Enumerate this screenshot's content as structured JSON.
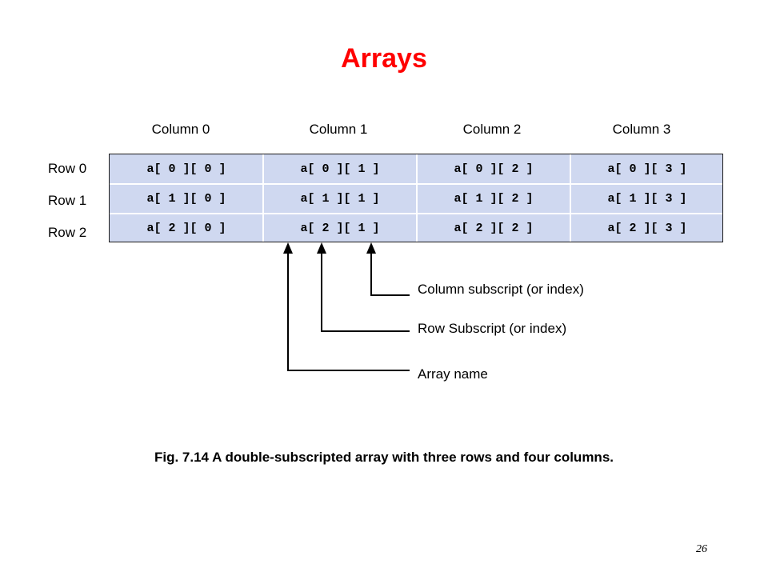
{
  "title": "Arrays",
  "columns": [
    "Column 0",
    "Column 1",
    "Column 2",
    "Column 3"
  ],
  "rows": [
    "Row 0",
    "Row 1",
    "Row 2"
  ],
  "cells": [
    [
      "a[ 0 ][ 0 ]",
      "a[ 0 ][ 1 ]",
      "a[ 0 ][ 2 ]",
      "a[ 0 ][ 3 ]"
    ],
    [
      "a[ 1 ][ 0 ]",
      "a[ 1 ][ 1 ]",
      "a[ 1 ][ 2 ]",
      "a[ 1 ][ 3 ]"
    ],
    [
      "a[ 2 ][ 0 ]",
      "a[ 2 ][ 1 ]",
      "a[ 2 ][ 2 ]",
      "a[ 2 ][ 3 ]"
    ]
  ],
  "annotations": {
    "column_subscript": "Column subscript (or index)",
    "row_subscript": "Row Subscript (or index)",
    "array_name": "Array name"
  },
  "caption": "Fig. 7.14 A double-subscripted array with three rows and four columns.",
  "page_number": "26",
  "colors": {
    "title": "#ff0000",
    "cell_fill": "#cfd8f0"
  }
}
